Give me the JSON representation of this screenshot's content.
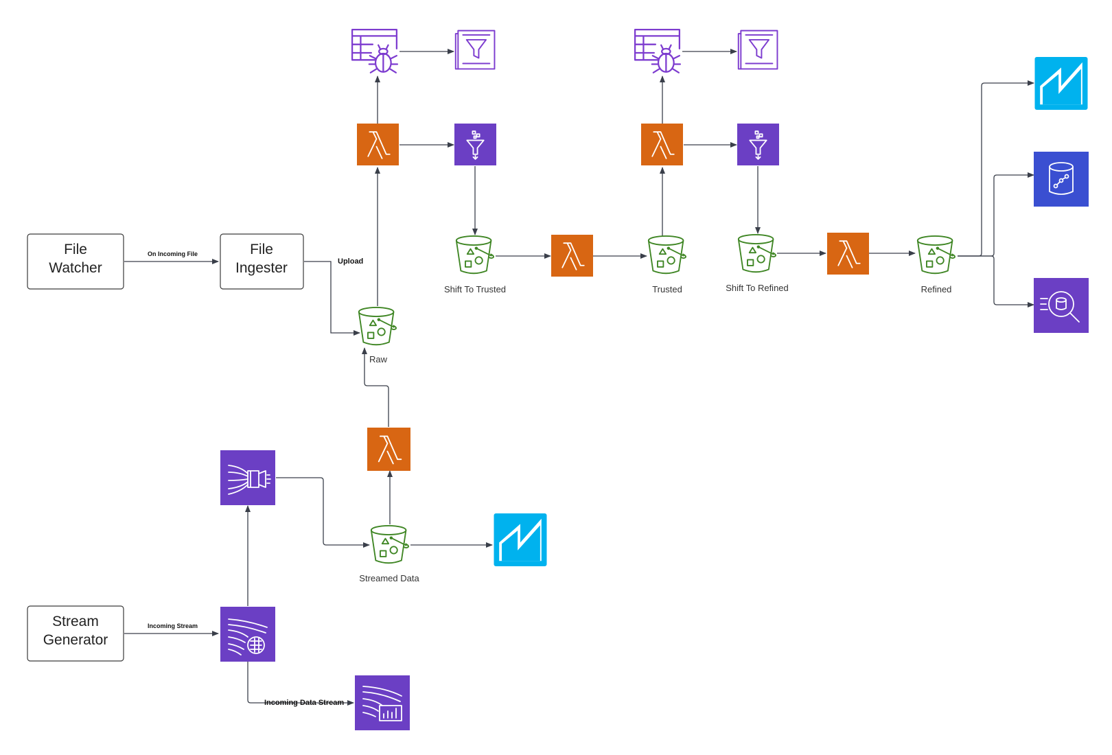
{
  "boxes": {
    "file_watcher": [
      "File",
      "Watcher"
    ],
    "file_ingester": [
      "File",
      "Ingester"
    ],
    "stream_generator": [
      "Stream",
      "Generator"
    ]
  },
  "edge_labels": {
    "on_incoming_file": "On Incoming File",
    "upload": "Upload",
    "incoming_stream": "Incoming Stream",
    "incoming_data_stream": "Incoming Data Stream"
  },
  "captions": {
    "raw": "Raw",
    "shift_to_trusted": "Shift To Trusted",
    "trusted": "Trusted",
    "shift_to_refined": "Shift To Refined",
    "refined": "Refined",
    "streamed_data": "Streamed Data"
  },
  "icons": {
    "lambda": "lambda-icon",
    "s3_bucket": "s3-bucket-icon",
    "glue_crawler": "glue-crawler-icon",
    "data_catalog": "data-catalog-icon",
    "glue_databrew": "glue-databrew-icon",
    "firehose": "kinesis-firehose-icon",
    "kinesis_stream": "kinesis-data-streams-icon",
    "kinesis_analytics": "kinesis-data-analytics-icon",
    "snowflake": "snowflake-icon",
    "redshift": "redshift-icon",
    "athena": "athena-icon"
  },
  "colors": {
    "lambda": "#d86613",
    "purple": "#6b3fc4",
    "redshift": "#3a4fd1",
    "cyan": "#00b2ee",
    "s3": "#3f8624"
  }
}
